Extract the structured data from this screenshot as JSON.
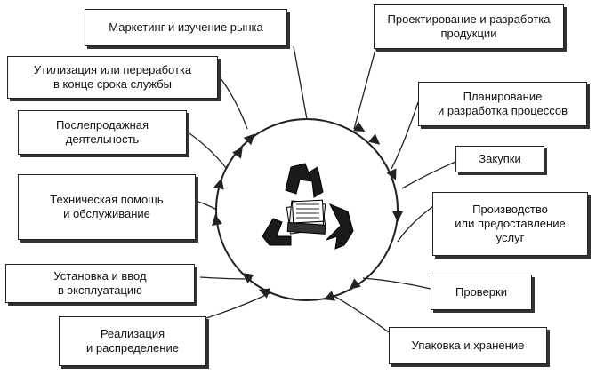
{
  "stages": [
    {
      "id": "marketing",
      "label": "Маркетинг и изучение рынка"
    },
    {
      "id": "design",
      "label": "Проектирование и разработка\nпродукции"
    },
    {
      "id": "process",
      "label": "Планирование\nи разработка процессов"
    },
    {
      "id": "purchasing",
      "label": "Закупки"
    },
    {
      "id": "production",
      "label": "Производство\nили предоставление\nуслуг"
    },
    {
      "id": "inspection",
      "label": "Проверки"
    },
    {
      "id": "packaging",
      "label": "Упаковка и хранение"
    },
    {
      "id": "distribution",
      "label": "Реализация\nи распределение"
    },
    {
      "id": "installation",
      "label": "Установка и ввод\nв эксплуатацию"
    },
    {
      "id": "support",
      "label": "Техническая помощь\nи обслуживание"
    },
    {
      "id": "after-sales",
      "label": "Послепродажная\nдеятельность"
    },
    {
      "id": "disposal",
      "label": "Утилизация или переработка\nв конце срока службы"
    }
  ],
  "center_icon": "recycling-icon",
  "colors": {
    "line": "#222222",
    "background": "#ffffff"
  }
}
